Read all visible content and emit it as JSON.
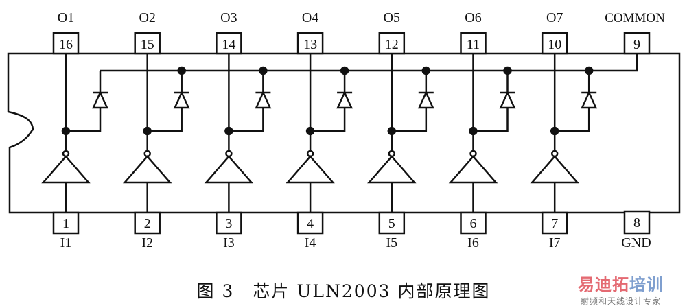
{
  "channels": [
    {
      "output": "O1",
      "out_pin": "16",
      "in_pin": "1",
      "input": "I1"
    },
    {
      "output": "O2",
      "out_pin": "15",
      "in_pin": "2",
      "input": "I2"
    },
    {
      "output": "O3",
      "out_pin": "14",
      "in_pin": "3",
      "input": "I3"
    },
    {
      "output": "O4",
      "out_pin": "13",
      "in_pin": "4",
      "input": "I4"
    },
    {
      "output": "O5",
      "out_pin": "12",
      "in_pin": "5",
      "input": "I5"
    },
    {
      "output": "O6",
      "out_pin": "11",
      "in_pin": "6",
      "input": "I6"
    },
    {
      "output": "O7",
      "out_pin": "10",
      "in_pin": "7",
      "input": "I7"
    }
  ],
  "common": {
    "label": "COMMON",
    "pin": "9"
  },
  "ground": {
    "label": "GND",
    "pin": "8"
  },
  "caption": "图 3　芯片 ULN2003 内部原理图",
  "watermark": {
    "brand_red": "易迪拓",
    "brand_blue": "培训",
    "tagline": "射频和天线设计专家"
  }
}
